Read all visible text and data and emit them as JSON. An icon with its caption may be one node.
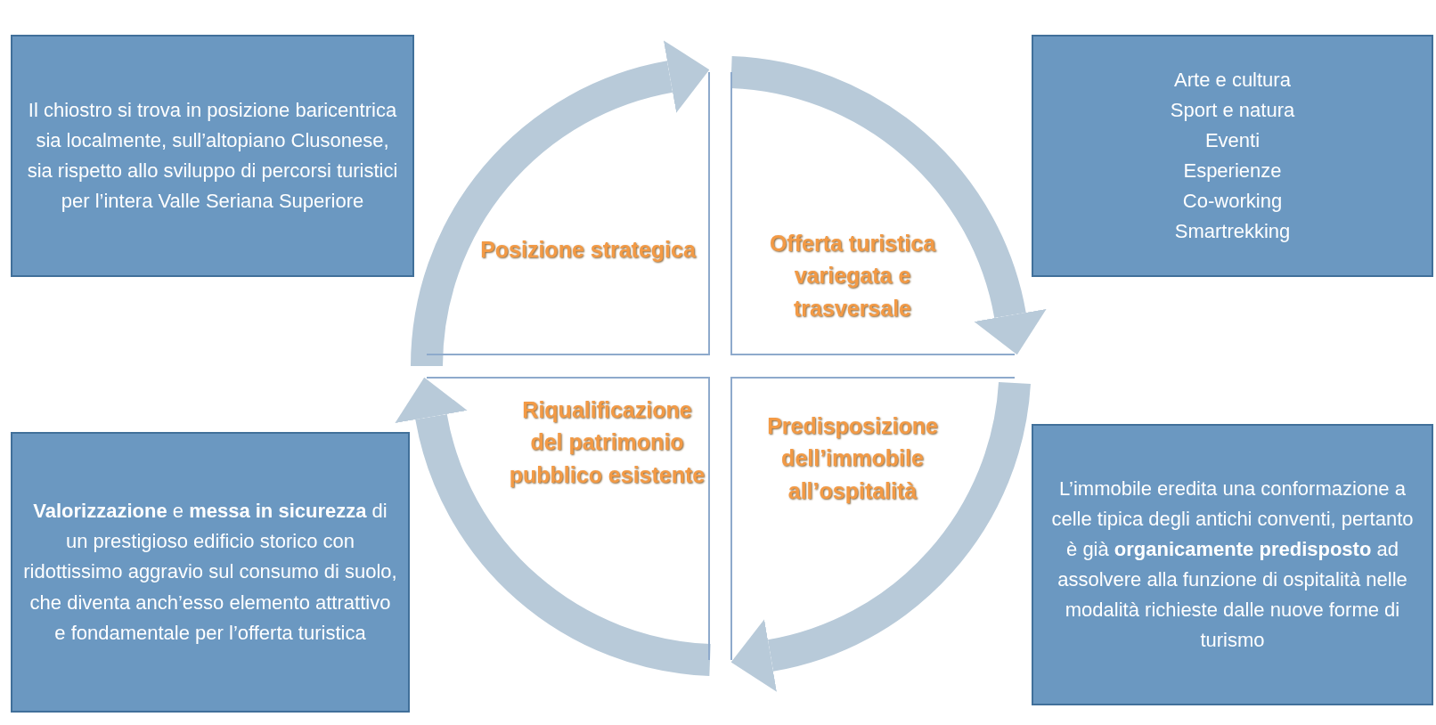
{
  "diagram": {
    "nodes": [
      {
        "text": [
          "Il chiostro si trova in posizione baricentrica sia localmente, sull’altopiano Clusonese, sia rispetto allo sviluppo di percorsi turistici per l’intera Valle Seriana Superiore"
        ]
      },
      {
        "text": [
          "Posizione strategica"
        ]
      },
      {
        "text": [
          "Offerta turistica variegata e trasversale"
        ]
      },
      {
        "text": [
          "Arte e cultura",
          "Sport e natura",
          "Eventi",
          "Esperienze",
          "Co-working",
          "Smartrekking"
        ]
      },
      {
        "text": [
          "Predisposizione dell’immobile all’ospitalità"
        ]
      },
      {
        "text": [
          "L’immobile eredita una conformazione a celle tipica degli antichi conventi, pertanto è già **organicamente predisposto** ad assolvere alla funzione di ospitalità nelle modalità richieste dalle nuove forme di turismo"
        ]
      },
      {
        "text": [
          "Riqualificazione del patrimonio pubblico esistente"
        ]
      },
      {
        "text": [
          "**Valorizzazione** e **messa in sicurezza** di un prestigioso edificio storico con ridottissimo aggravio sul consumo di suolo, che diventa anch’esso elemento attrattivo e fondamentale per l’offerta turistica"
        ]
      }
    ],
    "edges": [
      {
        "from": 1,
        "to": 2,
        "arrow": "to"
      },
      {
        "from": 2,
        "to": 4,
        "arrow": "to"
      },
      {
        "from": 4,
        "to": 6,
        "arrow": "to"
      },
      {
        "from": 6,
        "to": 1,
        "arrow": "to"
      }
    ]
  }
}
